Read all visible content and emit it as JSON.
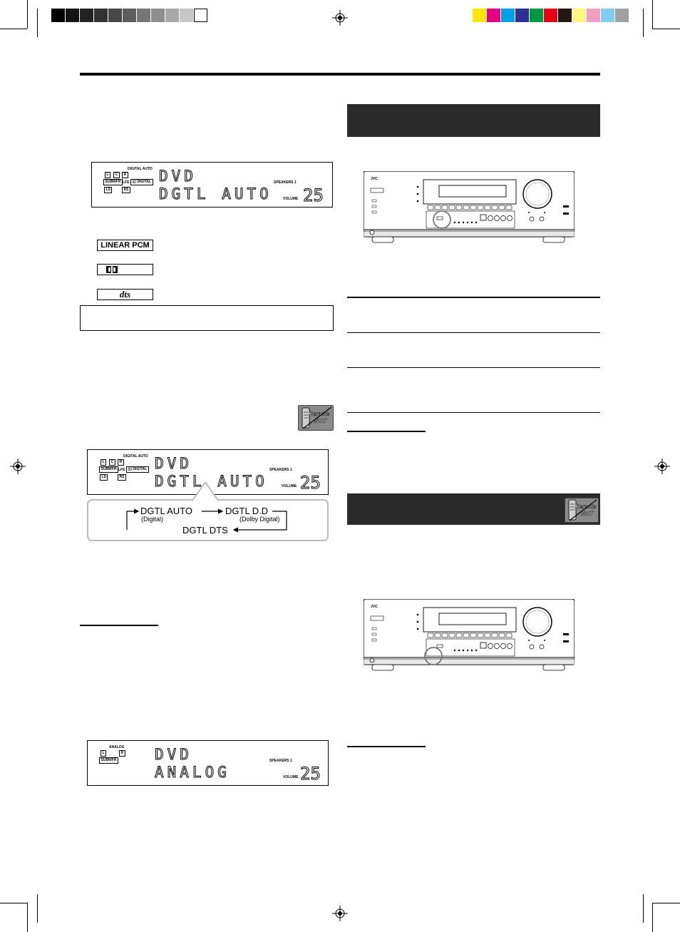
{
  "color_bar": {
    "grays": [
      "#000000",
      "#141414",
      "#232323",
      "#333333",
      "#474747",
      "#5d5d5d",
      "#767676",
      "#8e8e8e",
      "#a9a9a9",
      "#c6c6c6",
      "#ffffff"
    ],
    "colors": [
      "#ffe600",
      "#e5007f",
      "#009fe8",
      "#2e3192",
      "#009944",
      "#e60012",
      "#231815",
      "#fff67f",
      "#f19ec2",
      "#7ecef4",
      "#9fa0a0"
    ]
  },
  "display1": {
    "mode_label": "DIGITAL AUTO",
    "ch_l": "L",
    "ch_c": "C",
    "ch_r": "R",
    "ch_subwfr": "SUBWFR",
    "ch_lfe": "LFE",
    "ch_digital": "DIGITAL",
    "ch_ls": "LS",
    "ch_rs": "RS",
    "line1": "DVD",
    "line2": "DGTL AUTO",
    "speakers": "SPEAKERS 1",
    "volume_label": "VOLUME",
    "volume_value": "25"
  },
  "logos": {
    "linear_pcm": "LINEAR PCM",
    "dts": "dts"
  },
  "display2": {
    "mode_label": "DIGITAL AUTO",
    "ch_l": "L",
    "ch_c": "C",
    "ch_r": "R",
    "ch_subwfr": "SUBWFR",
    "ch_lfe": "LFE",
    "ch_digital": "DIGITAL",
    "ch_ls": "LS",
    "ch_rs": "RS",
    "line1": "DVD",
    "line2": "DGTL AUTO",
    "speakers": "SPEAKERS 1",
    "volume_label": "VOLUME",
    "volume_value": "25"
  },
  "sequence": {
    "item1": "DGTL AUTO",
    "item1_sub": "(Digital)",
    "item2": "DGTL D.D",
    "item2_sub": "(Dolby Digital)",
    "item3": "DGTL DTS"
  },
  "display3": {
    "mode_label": "ANALOG",
    "ch_l": "L",
    "ch_r": "R",
    "ch_subwfr": "SUBWFR",
    "line1": "DVD",
    "line2": "ANALOG",
    "speakers": "SPEAKERS 1",
    "volume_label": "VOLUME",
    "volume_value": "25"
  },
  "remote_badge": {
    "line1": "Remote",
    "line2": "NOT"
  },
  "receiver": {
    "brand": "JVC"
  }
}
